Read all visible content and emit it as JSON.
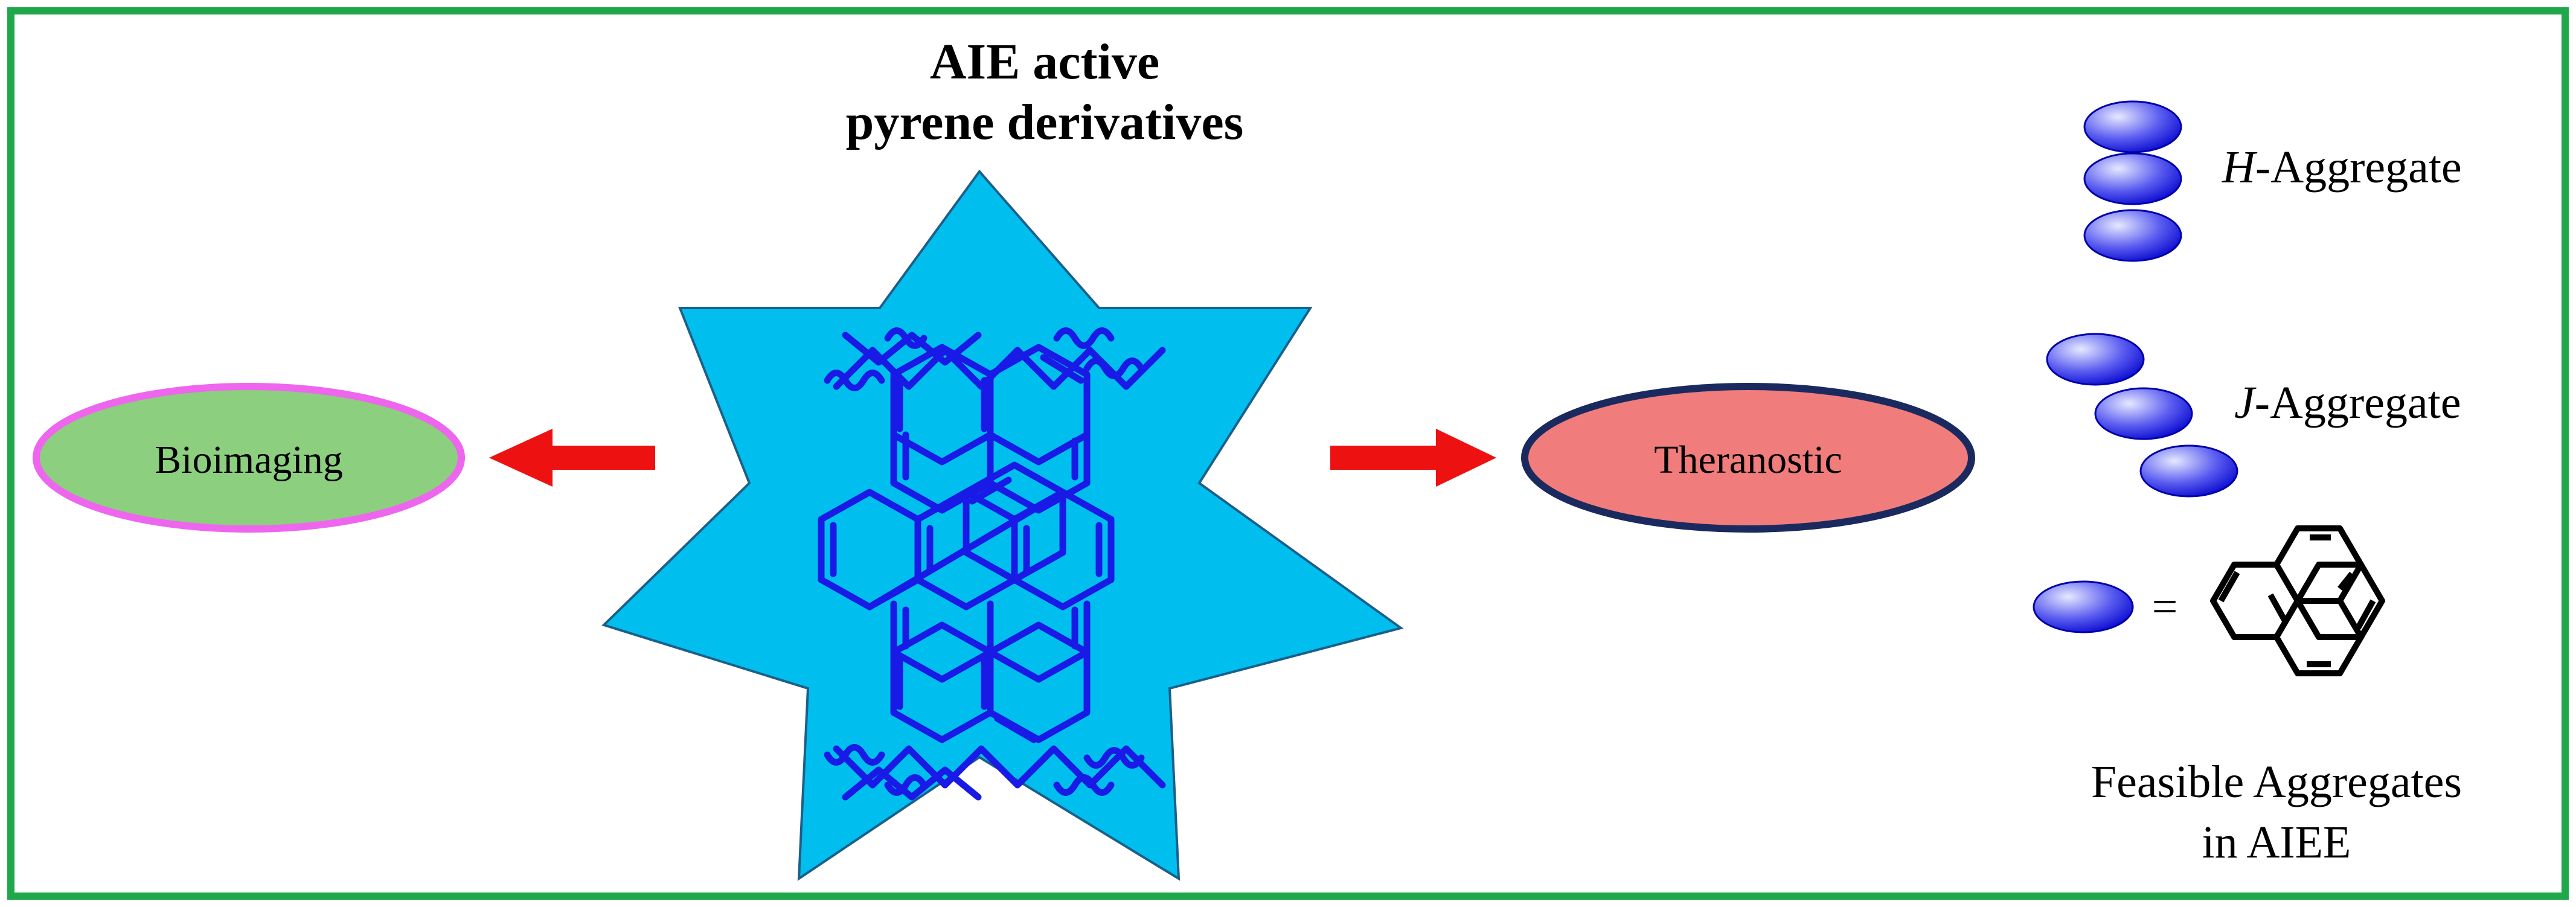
{
  "title": {
    "line1": "AIE active",
    "line2": "pyrene derivatives"
  },
  "left_node": {
    "label": "Bioimaging"
  },
  "right_node": {
    "label": "Theranostic"
  },
  "legend": {
    "h_aggregate": {
      "italic": "H",
      "rest": "-Aggregate"
    },
    "j_aggregate": {
      "italic": "J",
      "rest": "-Aggregate"
    },
    "equals": "=",
    "caption_line1": "Feasible Aggregates",
    "caption_line2": "in AIEE"
  },
  "colors": {
    "frame": "#1ea84a",
    "star_fill": "#00bfef",
    "molecule": "#1a1ae6",
    "arrow": "#ee1111",
    "bioimaging_fill": "#8ccf7e",
    "bioimaging_stroke": "#ee66ee",
    "theranostic_fill": "#f07c7c",
    "theranostic_stroke": "#1a2a5e",
    "disc_dark": "#0000cc",
    "disc_light": "#e6e9ff"
  }
}
